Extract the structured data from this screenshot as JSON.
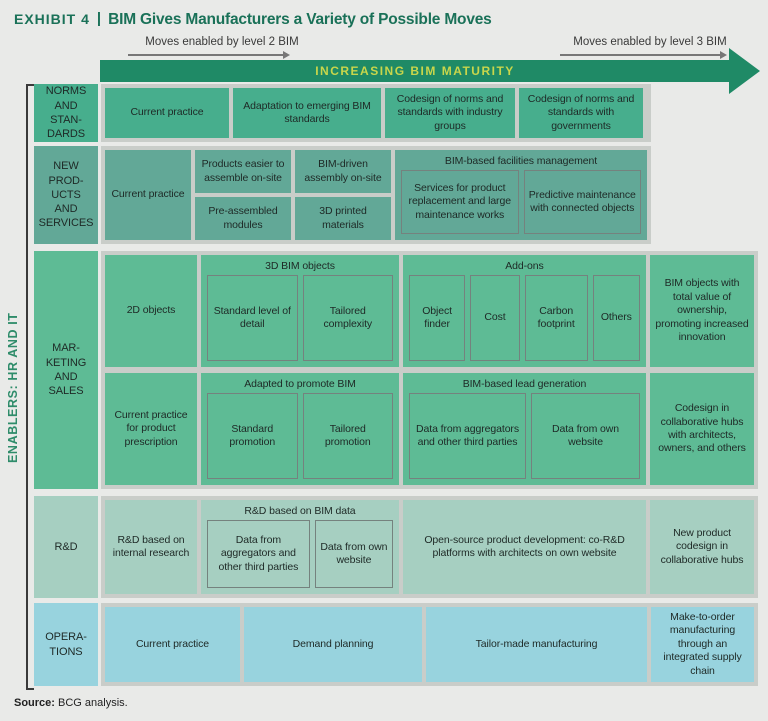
{
  "title": {
    "exhibit": "EXHIBIT 4",
    "separator": "|",
    "text": "BIM Gives Manufacturers a Variety of Possible Moves"
  },
  "header": {
    "level2_label": "Moves enabled by level 2 BIM",
    "level3_label": "Moves enabled by level 3 BIM",
    "maturity_arrow_label": "INCREASING BIM MATURITY"
  },
  "side_label": "ENABLERS: HR AND IT",
  "rows": {
    "norms": {
      "label": "NORMS\nAND\nSTAN-\nDARDS",
      "cells": [
        "Current practice",
        "Adaptation to emerging BIM standards",
        "Codesign of norms and standards with industry groups",
        "Codesign of norms and standards with governments"
      ]
    },
    "new_products": {
      "label": "NEW\nPROD-\nUCTS\nAND\nSERVICES",
      "current": "Current practice",
      "grid": [
        "Products easier to assemble on-site",
        "BIM-driven assembly on-site",
        "Pre-assembled modules",
        "3D printed materials"
      ],
      "facilities": {
        "title": "BIM-based facilities management",
        "boxes": [
          "Services for product replacement and large maintenance works",
          "Predictive maintenance with connected objects"
        ]
      }
    },
    "marketing": {
      "label": "MAR-\nKETING\nAND\nSALES",
      "subrow1": {
        "first": "2D objects",
        "group1": {
          "title": "3D BIM objects",
          "boxes": [
            "Standard level of detail",
            "Tailored complexity"
          ]
        },
        "group2": {
          "title": "Add-ons",
          "boxes": [
            "Object finder",
            "Cost",
            "Carbon footprint",
            "Others"
          ]
        },
        "last": "BIM objects with total value of ownership, promoting increased innovation"
      },
      "subrow2": {
        "first": "Current practice for product prescription",
        "group1": {
          "title": "Adapted to promote BIM",
          "boxes": [
            "Standard promotion",
            "Tailored promotion"
          ]
        },
        "group2": {
          "title": "BIM-based lead generation",
          "boxes": [
            "Data from aggregators and other third parties",
            "Data from own website"
          ]
        },
        "last": "Codesign in collaborative hubs with architects, owners, and others"
      }
    },
    "rnd": {
      "label": "R&D",
      "first": "R&D based on internal research",
      "group1": {
        "title": "R&D based on BIM data",
        "boxes": [
          "Data from aggregators and other third parties",
          "Data from own website"
        ]
      },
      "open_source": "Open-source product development: co-R&D platforms with architects on own website",
      "last": "New product codesign in collaborative hubs"
    },
    "operations": {
      "label": "OPERA-\nTIONS",
      "cells": [
        "Current practice",
        "Demand planning",
        "Tailor-made manufacturing",
        "Make-to-order manufacturing through an integrated supply chain"
      ]
    }
  },
  "source": {
    "label": "Source:",
    "text": " BCG analysis."
  },
  "colors": {
    "title_green": "#1A7158",
    "arrow_green": "#1F8A66",
    "arrow_text_yellow": "#C9D64B",
    "row_norms": "#47AE8D",
    "row_new_products": "#62A897",
    "row_marketing": "#5EBB95",
    "row_rnd": "#A6CFC1",
    "row_operations": "#98D3DE",
    "panel_gray": "#C9CDC9",
    "page_bg": "#E9EAE8",
    "side_label_green": "#2E8C6A",
    "box_border_gray": "#75827E",
    "text_dark": "#1E2926"
  }
}
